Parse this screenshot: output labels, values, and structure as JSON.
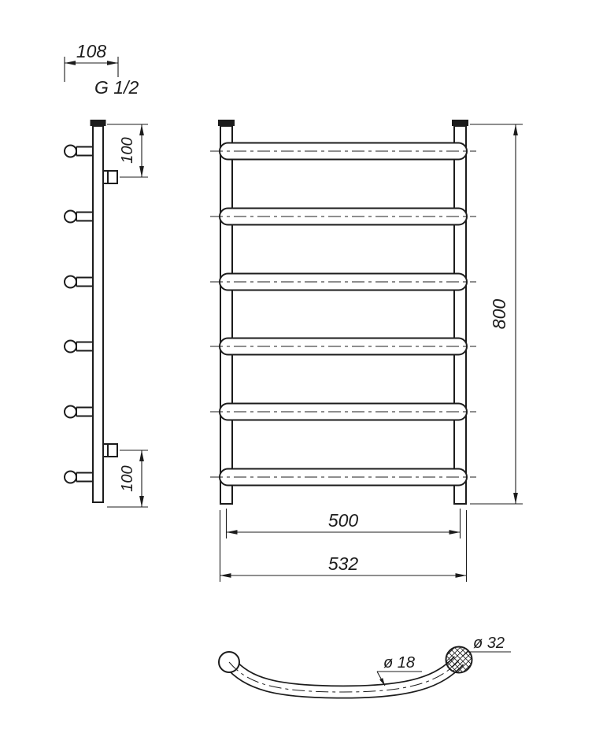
{
  "colors": {
    "background": "#ffffff",
    "line": "#1c1c1c"
  },
  "side_view": {
    "width_dim": "108",
    "thread_label": "G 1/2",
    "top_offset_dim": "100",
    "bottom_offset_dim": "100"
  },
  "front_view": {
    "height_dim": "800",
    "axis_width_dim": "500",
    "overall_width_dim": "532"
  },
  "detail_view": {
    "tube_diameter": "ø 18",
    "collector_diameter": "ø 32"
  }
}
